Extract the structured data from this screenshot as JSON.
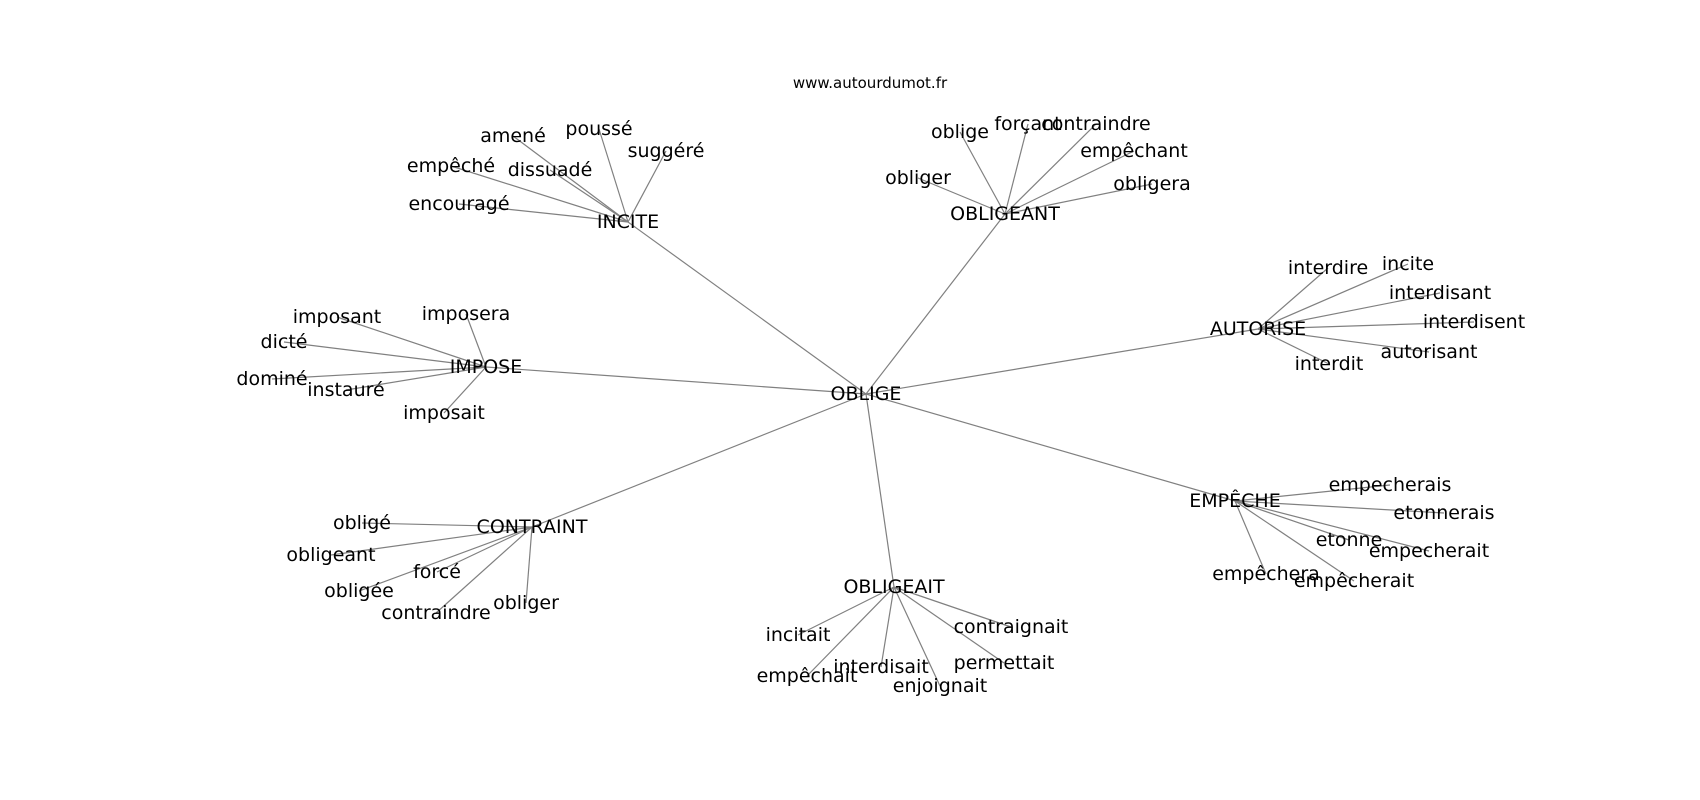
{
  "site": "www.autourdumot.fr",
  "center": "OBLIGE",
  "edge_color": "#808080",
  "hubs": [
    {
      "id": "INCITE",
      "label": "INCITE",
      "leaves": [
        "amené",
        "poussé",
        "suggéré",
        "empêché",
        "dissuadé",
        "encouragé"
      ]
    },
    {
      "id": "OBLIGEANT",
      "label": "OBLIGEANT",
      "leaves": [
        "oblige",
        "forçant",
        "contraindre",
        "empêchant",
        "obliger",
        "obligera"
      ]
    },
    {
      "id": "AUTORISE",
      "label": "AUTORISE",
      "leaves": [
        "interdire",
        "incite",
        "interdisant",
        "interdisent",
        "autorisant",
        "interdit"
      ]
    },
    {
      "id": "IMPOSE",
      "label": "IMPOSE",
      "leaves": [
        "imposant",
        "imposera",
        "dicté",
        "dominé",
        "instauré",
        "imposait"
      ]
    },
    {
      "id": "EMPECHE",
      "label": "EMPÊCHE",
      "leaves": [
        "empecherais",
        "etonnerais",
        "etonne",
        "empecherait",
        "empêchera",
        "empêcherait"
      ]
    },
    {
      "id": "CONTRAINT",
      "label": "CONTRAINT",
      "leaves": [
        "obligé",
        "obligeant",
        "forcé",
        "obligée",
        "contraindre",
        "obliger"
      ]
    },
    {
      "id": "OBLIGEAIT",
      "label": "OBLIGEAIT",
      "leaves": [
        "incitait",
        "contraignait",
        "permettait",
        "empêchait",
        "interdisait",
        "enjoignait"
      ]
    }
  ]
}
